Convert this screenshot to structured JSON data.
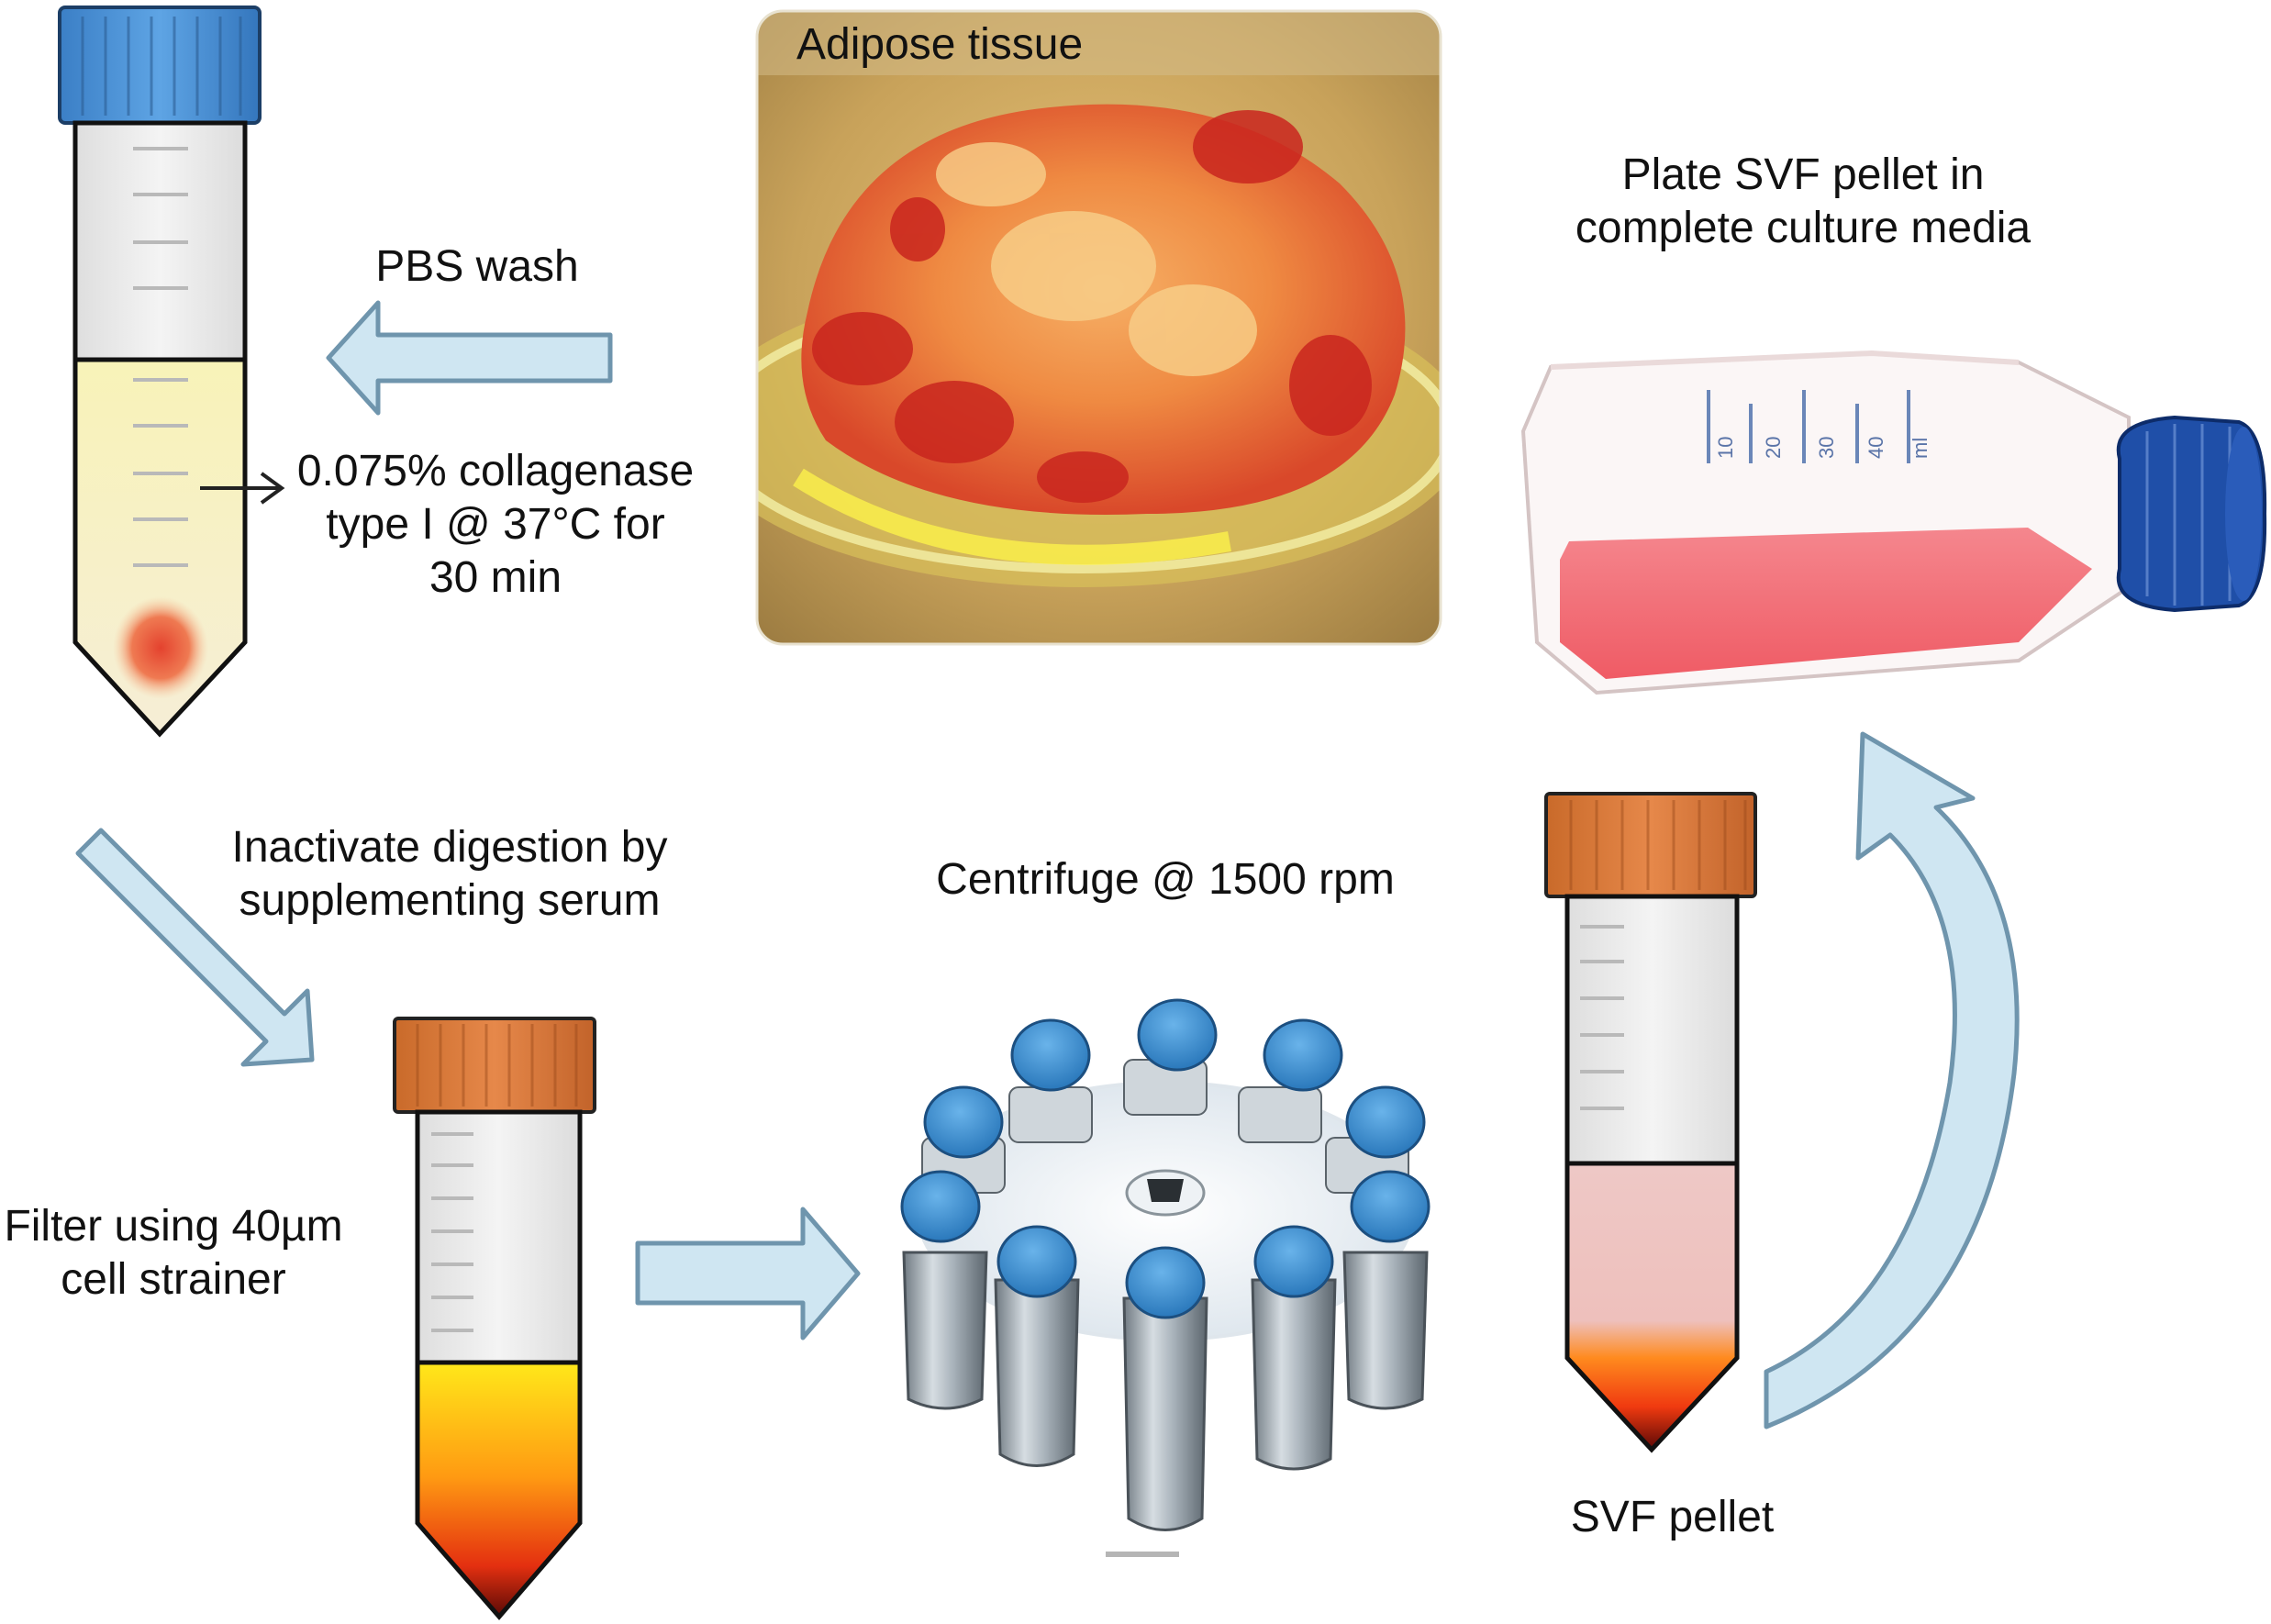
{
  "labels": {
    "adipose_tissue": "Adipose tissue",
    "pbs_wash": "PBS wash",
    "collagenase": [
      "0.075% collagenase",
      "type I @ 37°C for",
      "30 min"
    ],
    "plate_svf": [
      "Plate SVF pellet in",
      "complete culture media"
    ],
    "inactivate": [
      "Inactivate digestion by",
      "supplementing serum"
    ],
    "centrifuge": "Centrifuge @ 1500 rpm",
    "filter": [
      "Filter using 40µm",
      "cell strainer"
    ],
    "svf_pellet": "SVF pellet",
    "flask_scale": [
      "10",
      "20",
      "30",
      "40",
      "ml"
    ]
  },
  "colors": {
    "arrow_fill": "#cfe6f2",
    "arrow_stroke": "#6f95ad",
    "blue_cap": "#4a90d0",
    "orange_cap": "#d97a35",
    "tube_glass": "#ececec",
    "digest_liquid": "#f7f2b4",
    "svf_supernatant": "#eec5c3",
    "culture_media": "#f0606a",
    "flask_cap": "#1f4fa8",
    "centrifuge_cap": "#3d8fcf"
  }
}
